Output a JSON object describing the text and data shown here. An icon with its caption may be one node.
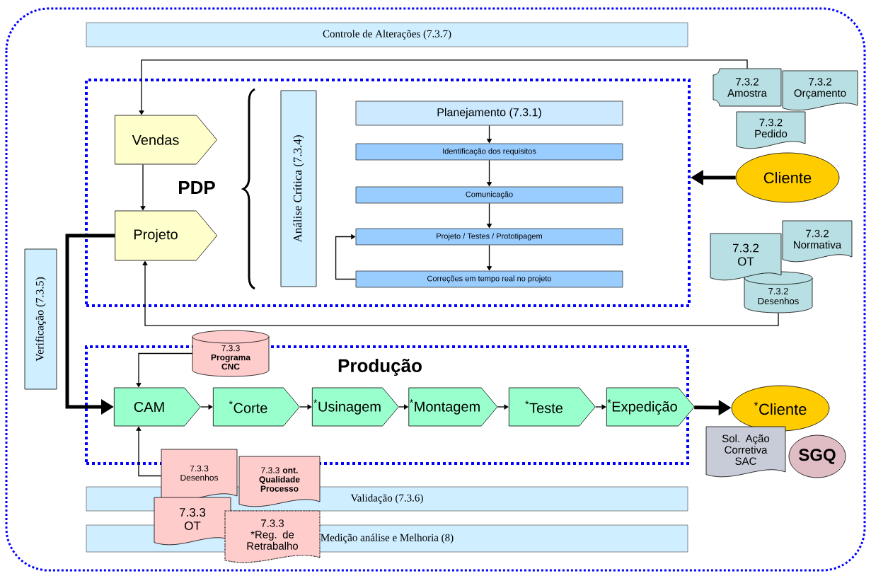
{
  "diagram": {
    "nodes": [
      {
        "text": [
          "Controle de Alterações (7.3.7)"
        ]
      },
      {
        "text": [
          "PDP"
        ]
      },
      {
        "text": [
          "Vendas"
        ],
        "in": 1
      },
      {
        "text": [
          "Projeto"
        ],
        "in": 1
      },
      {
        "text": [
          "Análise Crítica (7.3.4)"
        ],
        "in": 1
      },
      {
        "text": [
          "Planejamento (7.3.1)"
        ],
        "in": 1
      },
      {
        "text": [
          "Identificação dos requisitos"
        ],
        "in": 1
      },
      {
        "text": [
          "Comunicação"
        ],
        "in": 1
      },
      {
        "text": [
          "Projeto / Testes / Prototipagem"
        ],
        "in": 1
      },
      {
        "text": [
          "Correções em tempo real no projeto"
        ],
        "in": 1
      },
      {
        "text": [
          "7.3.2 Amostra"
        ]
      },
      {
        "text": [
          "7.3.2 Orçamento"
        ]
      },
      {
        "text": [
          "7.3.2 Pedido"
        ]
      },
      {
        "text": [
          "Cliente"
        ]
      },
      {
        "text": [
          "7.3.2 OT"
        ]
      },
      {
        "text": [
          "7.3.2 Normativa"
        ]
      },
      {
        "text": [
          "7.3.2 Desenhos"
        ]
      },
      {
        "text": [
          "Verificação (7.3.5)"
        ]
      },
      {
        "text": [
          "Produção"
        ]
      },
      {
        "text": [
          "7.3.3 **Programa CNC**"
        ]
      },
      {
        "text": [
          "CAM"
        ],
        "in": 18
      },
      {
        "text": [
          "$^{*}$Corte"
        ],
        "in": 18
      },
      {
        "text": [
          "$^{*}$Usinagem"
        ],
        "in": 18
      },
      {
        "text": [
          "$^{*}$Montagem"
        ],
        "in": 18
      },
      {
        "text": [
          "$^{*}$Teste"
        ],
        "in": 18
      },
      {
        "text": [
          "$^{*}$Expedição"
        ],
        "in": 18
      },
      {
        "text": [
          "$^{*}$Cliente"
        ]
      },
      {
        "text": [
          "Sol. Ação Corretiva SAC"
        ]
      },
      {
        "text": [
          "SGQ"
        ]
      },
      {
        "text": [
          "7.3.3 Desenhos"
        ]
      },
      {
        "text": [
          "7.3.3 **ont. Qualidade Processo**"
        ]
      },
      {
        "text": [
          "7.3.3 OT"
        ]
      },
      {
        "text": [
          "7.3.3 *Reg. de Retrabalho"
        ]
      },
      {
        "text": [
          "Validação (7.3.6)"
        ]
      },
      {
        "text": [
          "Medição análise e Melhoria (8)"
        ]
      }
    ],
    "edges": [
      {
        "from": 10,
        "to": 2,
        "arrow": "to"
      },
      {
        "from": 13,
        "to": 1,
        "arrow": "to",
        "style": "thick"
      },
      {
        "from": 16,
        "to": 3,
        "arrow": "to"
      },
      {
        "from": 2,
        "to": 3,
        "arrow": "to"
      },
      {
        "from": 3,
        "to": 20,
        "arrow": "to",
        "style": "thick"
      },
      {
        "from": 5,
        "to": 6,
        "arrow": "to"
      },
      {
        "from": 6,
        "to": 7,
        "arrow": "to"
      },
      {
        "from": 7,
        "to": 8,
        "arrow": "to"
      },
      {
        "from": 8,
        "to": 9,
        "arrow": "to"
      },
      {
        "from": 9,
        "to": 8,
        "arrow": "to"
      },
      {
        "from": 19,
        "to": 20,
        "arrow": "to"
      },
      {
        "from": 29,
        "to": 20,
        "arrow": "to"
      },
      {
        "from": 20,
        "to": 21,
        "arrow": "to"
      },
      {
        "from": 21,
        "to": 22,
        "arrow": "to"
      },
      {
        "from": 22,
        "to": 23,
        "arrow": "to"
      },
      {
        "from": 23,
        "to": 24,
        "arrow": "to"
      },
      {
        "from": 24,
        "to": 25,
        "arrow": "to"
      },
      {
        "from": 25,
        "to": 26,
        "arrow": "to",
        "style": "thick"
      }
    ]
  }
}
